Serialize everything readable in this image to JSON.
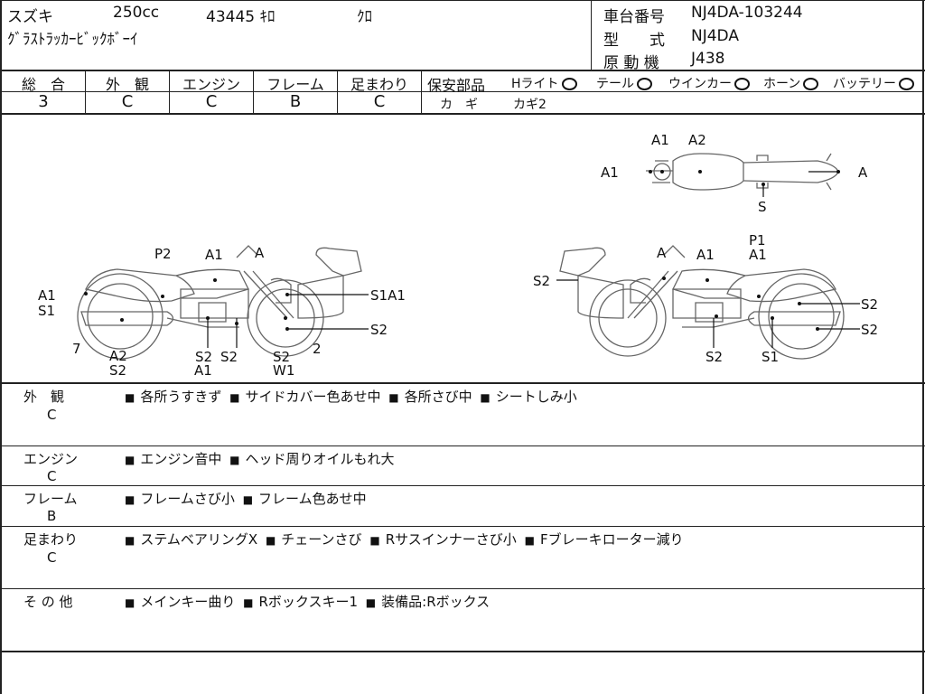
{
  "header": {
    "maker": "スズキ",
    "displacement": "250cc",
    "mileage": "43445 ｷﾛ",
    "color": "ｸﾛ",
    "model_name": "ｸﾞﾗｽﾄﾗｯｶｰﾋﾞｯｸﾎﾞｰｲ",
    "frame_label": "車台番号",
    "frame_value": "NJ4DA-103244",
    "type_label": "型　　式",
    "type_value": "NJ4DA",
    "engine_label": "原 動 機",
    "engine_value": "J438"
  },
  "grades": [
    {
      "label": "総　合",
      "value": "3"
    },
    {
      "label": "外　観",
      "value": "C"
    },
    {
      "label": "エンジン",
      "value": "C"
    },
    {
      "label": "フレーム",
      "value": "B"
    },
    {
      "label": "足まわり",
      "value": "C"
    }
  ],
  "safety": {
    "title": "保安部品",
    "items": [
      "Hライト",
      "テール",
      "ウインカー",
      "ホーン",
      "バッテリー"
    ],
    "key_label": "カ　ギ",
    "key_value": "カギ2"
  },
  "diagram_labels": {
    "top": [
      "A1",
      "A2",
      "A1",
      "A",
      "S"
    ],
    "left": [
      "P2",
      "A1",
      "A",
      "A1",
      "S1",
      "S1A1",
      "S2",
      "7",
      "A2",
      "S2",
      "S2",
      "S2",
      "A1",
      "S2",
      "W1",
      "2"
    ],
    "right": [
      "A",
      "A1",
      "P1",
      "A1",
      "S2",
      "S2",
      "S2",
      "S2",
      "S1"
    ]
  },
  "sections": [
    {
      "title": "外　観",
      "grade": "C",
      "items": [
        "各所うすきず",
        "サイドカバー色あせ中",
        "各所さび中",
        "シートしみ小"
      ]
    },
    {
      "title": "エンジン",
      "grade": "C",
      "items": [
        "エンジン音中",
        "ヘッド周りオイルもれ大"
      ]
    },
    {
      "title": "フレーム",
      "grade": "B",
      "items": [
        "フレームさび小",
        "フレーム色あせ中"
      ]
    },
    {
      "title": "足まわり",
      "grade": "C",
      "items": [
        "ステムベアリングX",
        "チェーンさび",
        "Rサスインナーさび小",
        "Fブレーキローター減り"
      ]
    },
    {
      "title": "そ の 他",
      "grade": "",
      "items": [
        "メインキー曲り",
        "Rボックスキー1",
        "装備品:Rボックス"
      ]
    }
  ]
}
